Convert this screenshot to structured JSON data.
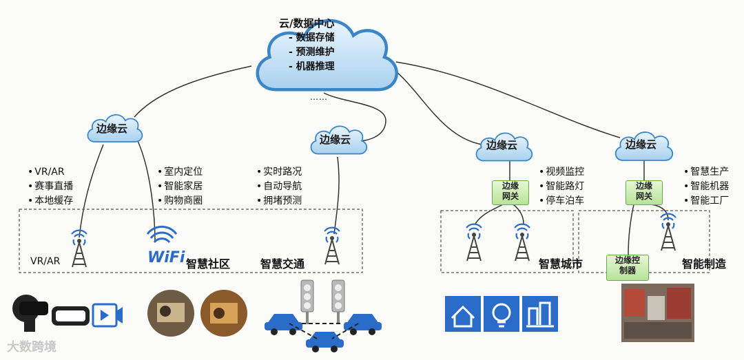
{
  "main_cloud": {
    "title": "云/数据中心",
    "items": [
      "- 数据存储",
      "- 预测维护",
      "- 机器推理"
    ],
    "ellipsis": "……"
  },
  "edge_clouds": [
    {
      "label": "边缘云"
    },
    {
      "label": "边缘云"
    },
    {
      "label": "边缘云"
    },
    {
      "label": "边缘云"
    }
  ],
  "features": {
    "vr": [
      "VR/AR",
      "赛事直播",
      "本地缓存"
    ],
    "community": [
      "室内定位",
      "智能家居",
      "购物商圈"
    ],
    "traffic": [
      "实时路况",
      "自动导航",
      "拥堵预测"
    ],
    "city": [
      "视频监控",
      "智能路灯",
      "停车泊车"
    ],
    "manufacturing": [
      "智慧生产",
      "智能机器",
      "智能工厂"
    ]
  },
  "gateways": [
    {
      "line1": "边缘",
      "line2": "网关"
    },
    {
      "line1": "边缘",
      "line2": "网关"
    }
  ],
  "controller": {
    "line1": "边缘控",
    "line2": "制器"
  },
  "zones": {
    "vr": "VR/AR",
    "wifi": "WiFi",
    "community": "智慧社区",
    "traffic": "智慧交通",
    "city": "智慧城市",
    "manufacturing": "智能制造"
  },
  "watermark": "大数跨境",
  "colors": {
    "cloud_fill": "#cfe6f7",
    "cloud_stroke": "#3b86c6",
    "gateway_fill": "#c8eab0",
    "accent_blue": "#2a6cc7",
    "line": "#333333"
  }
}
